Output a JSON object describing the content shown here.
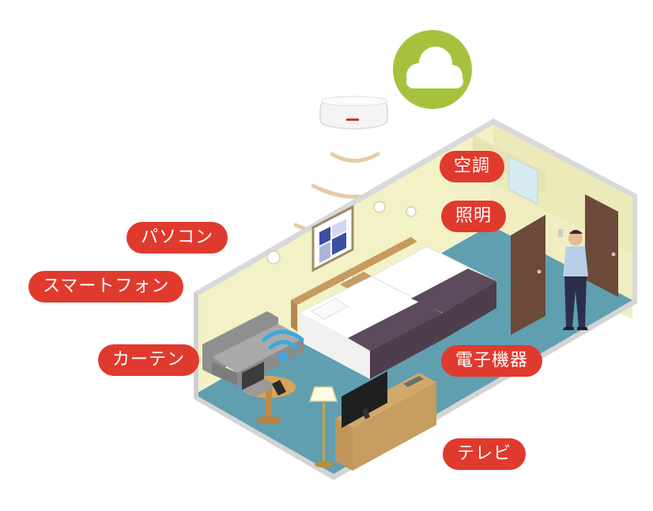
{
  "colors": {
    "label_bg": "#e03a2e",
    "cloud_circle": "#a6c23d",
    "wall_outer": "#dcdcdc",
    "wall_inner": "#f3f2c6",
    "floor": "#5f9fb0",
    "door": "#6b4a3a",
    "bed_cover": "#5d4a5c"
  },
  "icons": {
    "cloud": "cloud-icon",
    "router": "router-device-icon",
    "wifi": "wifi-icon"
  },
  "labels": {
    "aircon": "空調",
    "lighting": "照明",
    "pc": "パソコン",
    "smartphone": "スマートフォン",
    "curtain": "カーテン",
    "electronics": "電子機器",
    "tv": "テレビ"
  }
}
